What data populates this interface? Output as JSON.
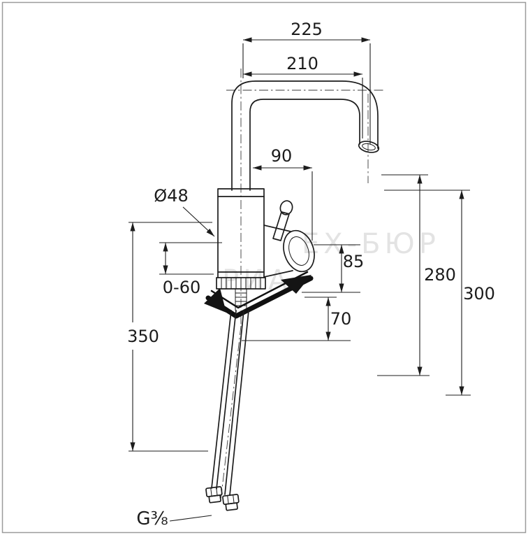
{
  "diagram": {
    "labels": {
      "d225": "225",
      "d210": "210",
      "d90": "90",
      "dia48": "Ø48",
      "range060": "0-60",
      "d350": "350",
      "d85": "85",
      "d70": "70",
      "d280": "280",
      "d300": "300",
      "thread": "G⅜"
    },
    "watermark": {
      "line1": "ЕХ-БЮР",
      "line2": "РИА"
    },
    "colors": {
      "line": "#1c1c1c",
      "background": "#ffffff",
      "border": "#9b9b9b",
      "watermark": "#d2d2d2"
    }
  }
}
